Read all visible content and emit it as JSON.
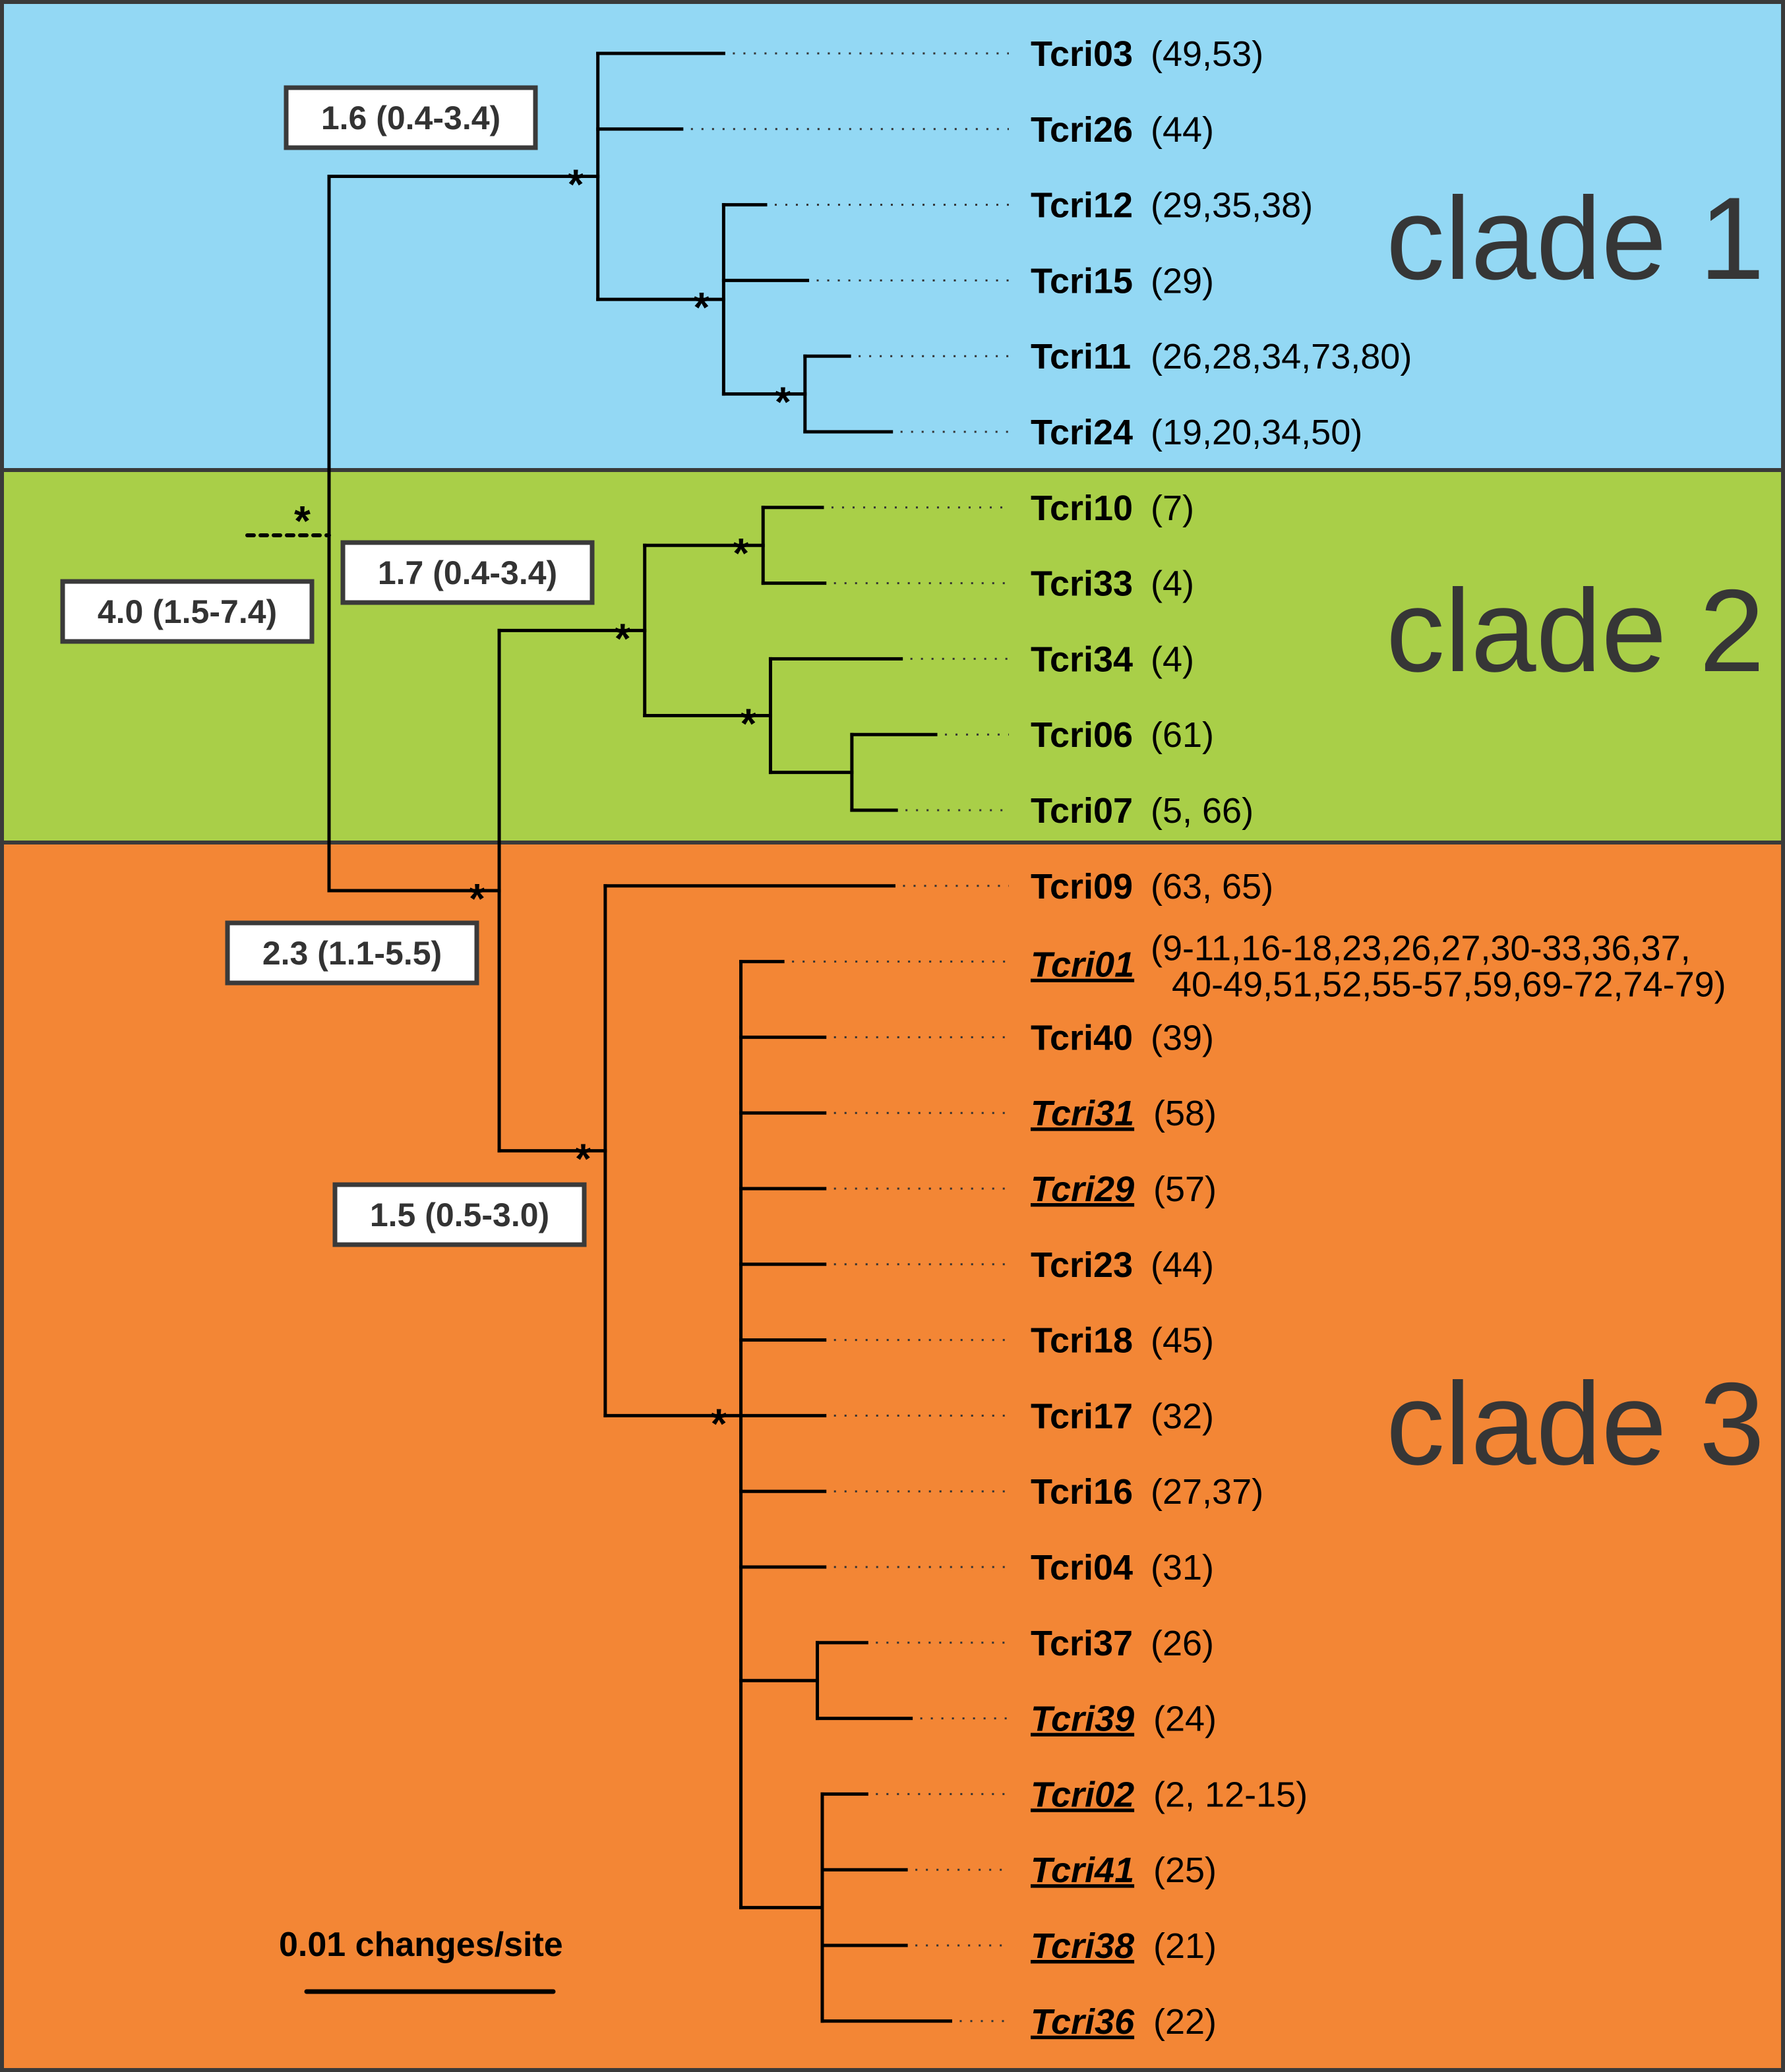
{
  "figure": {
    "type": "phylogenetic-tree",
    "support_symbol": "*",
    "scale_bar": {
      "value": 0.01,
      "label": "0.01 changes/site"
    }
  },
  "colors": {
    "clade1": "#93D8F4",
    "clade2": "#A9CF48",
    "clade3": "#F38635",
    "border": "#3A3A3A",
    "branch": "#000000",
    "clade_label": "#363636"
  },
  "clades": [
    {
      "id": "clade1",
      "label": "clade 1",
      "color_key": "clade1",
      "first_row": 0,
      "last_row": 5
    },
    {
      "id": "clade2",
      "label": "clade 2",
      "color_key": "clade2",
      "first_row": 6,
      "last_row": 10
    },
    {
      "id": "clade3",
      "label": "clade 3",
      "color_key": "clade3",
      "first_row": 11,
      "last_row": 27
    }
  ],
  "age_labels": [
    {
      "node": "n_clade1",
      "text": "1.6 (0.4-3.4)"
    },
    {
      "node": "n_root",
      "text": "4.0 (1.5-7.4)"
    },
    {
      "node": "n_clade2",
      "text": "1.7 (0.4-3.4)"
    },
    {
      "node": "n_c23",
      "text": "2.3 (1.1-5.5)"
    },
    {
      "node": "n_clade3",
      "text": "1.5 (0.5-3.0)"
    }
  ],
  "tips": [
    {
      "name": "Tcri03",
      "sites": "(49,53)",
      "highlight": false
    },
    {
      "name": "Tcri26",
      "sites": "(44)",
      "highlight": false
    },
    {
      "name": "Tcri12",
      "sites": "(29,35,38)",
      "highlight": false
    },
    {
      "name": "Tcri15",
      "sites": "(29)",
      "highlight": false
    },
    {
      "name": "Tcri11",
      "sites": "(26,28,34,73,80)",
      "highlight": false
    },
    {
      "name": "Tcri24",
      "sites": "(19,20,34,50)",
      "highlight": false
    },
    {
      "name": "Tcri10",
      "sites": "(7)",
      "highlight": false
    },
    {
      "name": "Tcri33",
      "sites": "(4)",
      "highlight": false
    },
    {
      "name": "Tcri34",
      "sites": "(4)",
      "highlight": false
    },
    {
      "name": "Tcri06",
      "sites": "(61)",
      "highlight": false
    },
    {
      "name": "Tcri07",
      "sites": "(5, 66)",
      "highlight": false
    },
    {
      "name": "Tcri09",
      "sites": "(63, 65)",
      "highlight": false
    },
    {
      "name": "Tcri01",
      "sites": "(9-11,16-18,23,26,27,30-33,36,37,",
      "sites_line2": "40-49,51,52,55-57,59,69-72,74-79)",
      "highlight": true
    },
    {
      "name": "Tcri40",
      "sites": "(39)",
      "highlight": false
    },
    {
      "name": "Tcri31",
      "sites": "(58)",
      "highlight": true
    },
    {
      "name": "Tcri29",
      "sites": "(57)",
      "highlight": true
    },
    {
      "name": "Tcri23",
      "sites": "(44)",
      "highlight": false
    },
    {
      "name": "Tcri18",
      "sites": "(45)",
      "highlight": false
    },
    {
      "name": "Tcri17",
      "sites": "(32)",
      "highlight": false
    },
    {
      "name": "Tcri16",
      "sites": "(27,37)",
      "highlight": false
    },
    {
      "name": "Tcri04",
      "sites": "(31)",
      "highlight": false
    },
    {
      "name": "Tcri37",
      "sites": "(26)",
      "highlight": false
    },
    {
      "name": "Tcri39",
      "sites": "(24)",
      "highlight": true
    },
    {
      "name": "Tcri02",
      "sites": "(2, 12-15)",
      "highlight": true
    },
    {
      "name": "Tcri41",
      "sites": "(25)",
      "highlight": true
    },
    {
      "name": "Tcri38",
      "sites": "(21)",
      "highlight": true
    },
    {
      "name": "Tcri36",
      "sites": "(22)",
      "highlight": true
    }
  ],
  "tree": {
    "id": "n_root",
    "support": true,
    "len": 0,
    "children": [
      {
        "id": "n_clade1",
        "support": true,
        "len": 0.0109,
        "children": [
          {
            "tip": "Tcri03",
            "len": 0.0051
          },
          {
            "tip": "Tcri26",
            "len": 0.0034
          },
          {
            "id": "n_c1a",
            "support": true,
            "len": 0.0051,
            "children": [
              {
                "tip": "Tcri12",
                "len": 0.0017
              },
              {
                "tip": "Tcri15",
                "len": 0.0034
              },
              {
                "id": "n_c1b",
                "support": true,
                "len": 0.0033,
                "children": [
                  {
                    "tip": "Tcri11",
                    "len": 0.0018
                  },
                  {
                    "tip": "Tcri24",
                    "len": 0.0035
                  }
                ]
              }
            ]
          }
        ]
      },
      {
        "id": "n_c23",
        "support": true,
        "len": 0.0069,
        "children": [
          {
            "id": "n_clade2",
            "support": true,
            "len": 0.0059,
            "children": [
              {
                "id": "n_c2a",
                "support": true,
                "len": 0.0048,
                "children": [
                  {
                    "tip": "Tcri10",
                    "len": 0.0024
                  },
                  {
                    "tip": "Tcri33",
                    "len": 0.0025
                  }
                ]
              },
              {
                "id": "n_c2b",
                "support": true,
                "len": 0.0051,
                "children": [
                  {
                    "tip": "Tcri34",
                    "len": 0.0053
                  },
                  {
                    "id": "n_c2c",
                    "support": false,
                    "len": 0.0033,
                    "children": [
                      {
                        "tip": "Tcri06",
                        "len": 0.0034
                      },
                      {
                        "tip": "Tcri07",
                        "len": 0.0018
                      }
                    ]
                  }
                ]
              }
            ]
          },
          {
            "id": "n_clade3",
            "support": true,
            "len": 0.0043,
            "children": [
              {
                "tip": "Tcri09",
                "len": 0.0117
              },
              {
                "id": "n_c3poly",
                "support": true,
                "len": 0.0055,
                "children": [
                  {
                    "tip": "Tcri01",
                    "len": 0.0017
                  },
                  {
                    "tip": "Tcri40",
                    "len": 0.0034
                  },
                  {
                    "tip": "Tcri31",
                    "len": 0.0034
                  },
                  {
                    "tip": "Tcri29",
                    "len": 0.0034
                  },
                  {
                    "tip": "Tcri23",
                    "len": 0.0034
                  },
                  {
                    "tip": "Tcri18",
                    "len": 0.0034
                  },
                  {
                    "tip": "Tcri17",
                    "len": 0.0034
                  },
                  {
                    "tip": "Tcri16",
                    "len": 0.0034
                  },
                  {
                    "tip": "Tcri04",
                    "len": 0.0034
                  },
                  {
                    "id": "n_c3a",
                    "support": false,
                    "len": 0.0031,
                    "children": [
                      {
                        "tip": "Tcri37",
                        "len": 0.002
                      },
                      {
                        "tip": "Tcri39",
                        "len": 0.0038
                      }
                    ]
                  },
                  {
                    "id": "n_c3b",
                    "support": false,
                    "len": 0.0033,
                    "children": [
                      {
                        "tip": "Tcri02",
                        "len": 0.0018
                      },
                      {
                        "tip": "Tcri41",
                        "len": 0.0034
                      },
                      {
                        "tip": "Tcri38",
                        "len": 0.0034
                      },
                      {
                        "tip": "Tcri36",
                        "len": 0.0052
                      }
                    ]
                  }
                ]
              }
            ]
          }
        ]
      }
    ]
  }
}
